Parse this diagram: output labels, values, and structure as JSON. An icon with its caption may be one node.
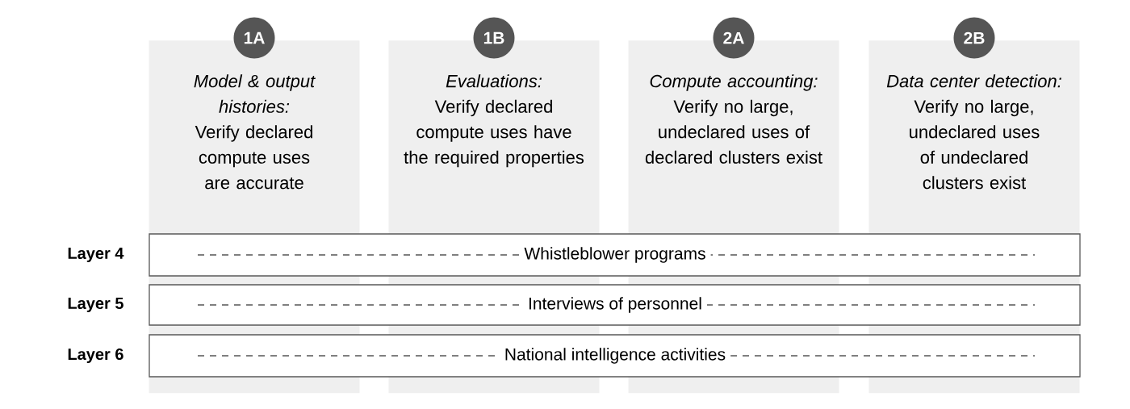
{
  "diagram": {
    "nodes": [
      {
        "text": [
          "1A"
        ]
      },
      {
        "text": [
          "Model & output histories:",
          "Verify declared compute uses are accurate"
        ]
      },
      {
        "text": [
          "1B"
        ]
      },
      {
        "text": [
          "Evaluations:",
          "Verify declared compute uses have the required properties"
        ]
      },
      {
        "text": [
          "2A"
        ]
      },
      {
        "text": [
          "Compute accounting:",
          "Verify no large, undeclared uses of declared clusters exist"
        ]
      },
      {
        "text": [
          "2B"
        ]
      },
      {
        "text": [
          "Data center detection:",
          "Verify no large, undeclared uses of undeclared clusters exist"
        ]
      },
      {
        "text": [
          "Whistleblower programs"
        ],
        "beside": [
          "Layer 4"
        ]
      },
      {
        "text": [
          "Interviews of personnel"
        ],
        "beside": [
          "Layer 5"
        ]
      },
      {
        "text": [
          "National intelligence activities"
        ],
        "beside": [
          "Layer 6"
        ]
      }
    ]
  }
}
